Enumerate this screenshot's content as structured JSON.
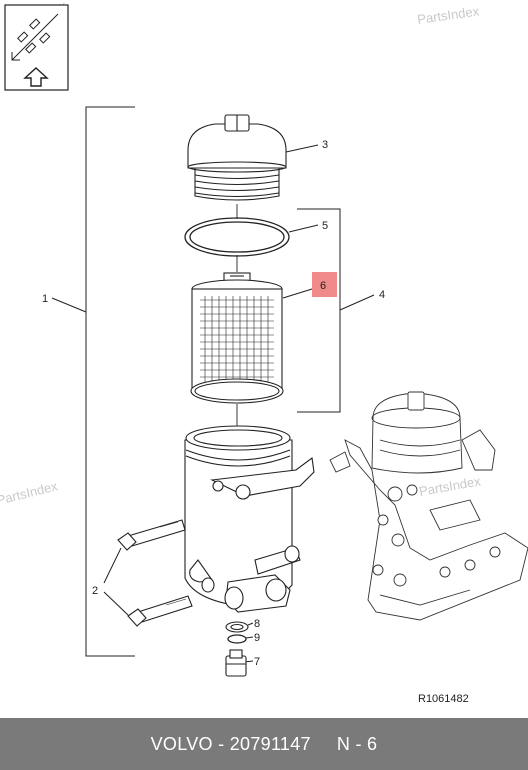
{
  "watermark": "PartsIndex",
  "callouts": {
    "c1": "1",
    "c2": "2",
    "c3": "3",
    "c4": "4",
    "c5": "5",
    "c6": "6",
    "c7": "7",
    "c8": "8",
    "c9": "9"
  },
  "colors": {
    "highlight": "#f08a8a",
    "footer_bg": "#7a7a7a",
    "line": "#222222"
  },
  "icons": {
    "view": "orientation-arrow-icon"
  },
  "reference": "R1061482",
  "footer": {
    "brand_part": "VOLVO - 20791147",
    "position": "N - 6"
  }
}
